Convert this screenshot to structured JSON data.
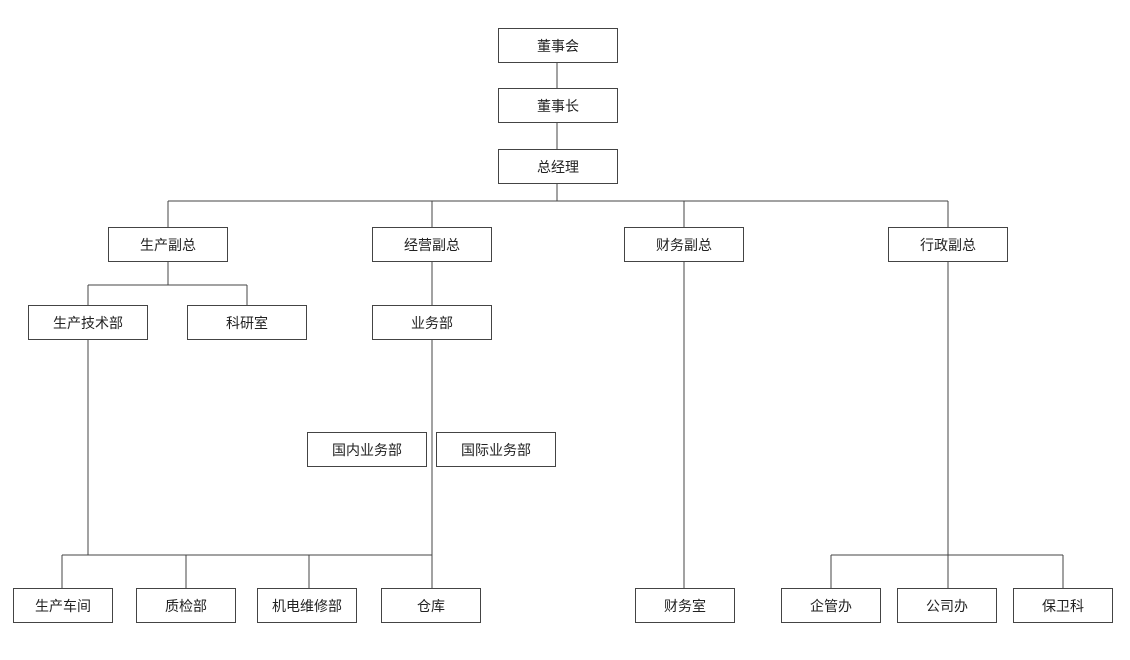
{
  "org_chart": {
    "board": "董事会",
    "chairman": "董事长",
    "gm": "总经理",
    "vp_production": "生产副总",
    "vp_business": "经营副总",
    "vp_finance": "财务副总",
    "vp_admin": "行政副总",
    "prod_tech_dept": "生产技术部",
    "research_office": "科研室",
    "business_dept": "业务部",
    "domestic_business": "国内业务部",
    "intl_business": "国际业务部",
    "workshop": "生产车间",
    "quality_dept": "质检部",
    "maintenance_dept": "机电维修部",
    "warehouse": "仓库",
    "finance_office": "财务室",
    "enterprise_mgmt": "企管办",
    "company_office": "公司办",
    "security": "保卫科"
  }
}
